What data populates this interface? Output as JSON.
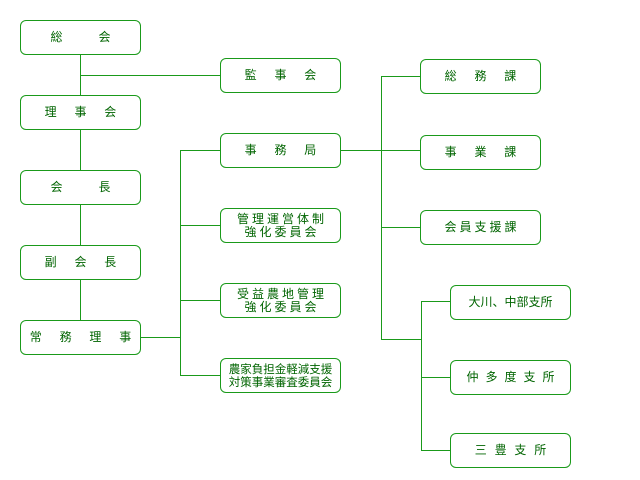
{
  "org_chart": {
    "general_meeting": "総　会",
    "auditors": "監 事 会",
    "board": "理 事 会",
    "chairman": "会　長",
    "vice_chairman": "副 会 長",
    "executive_director": "常 務 理 事",
    "secretariat": "事 務 局",
    "committee_1": [
      "管理運営体制",
      "強化委員会"
    ],
    "committee_2": [
      "受益農地管理",
      "強化委員会"
    ],
    "committee_3": [
      "農家負担金軽減支援",
      "対策事業審査委員会"
    ],
    "general_affairs_section": "総 務 課",
    "projects_section": "事 業 課",
    "member_support_section": "会員支援課",
    "branch_okawa_chubu": "大川、中部支所",
    "branch_nakatado": "仲多度支所",
    "branch_mitoyo": "三 豊 支 所"
  },
  "colors": {
    "line": "#1a9a1a",
    "text": "#006400",
    "background": "#ffffff"
  }
}
